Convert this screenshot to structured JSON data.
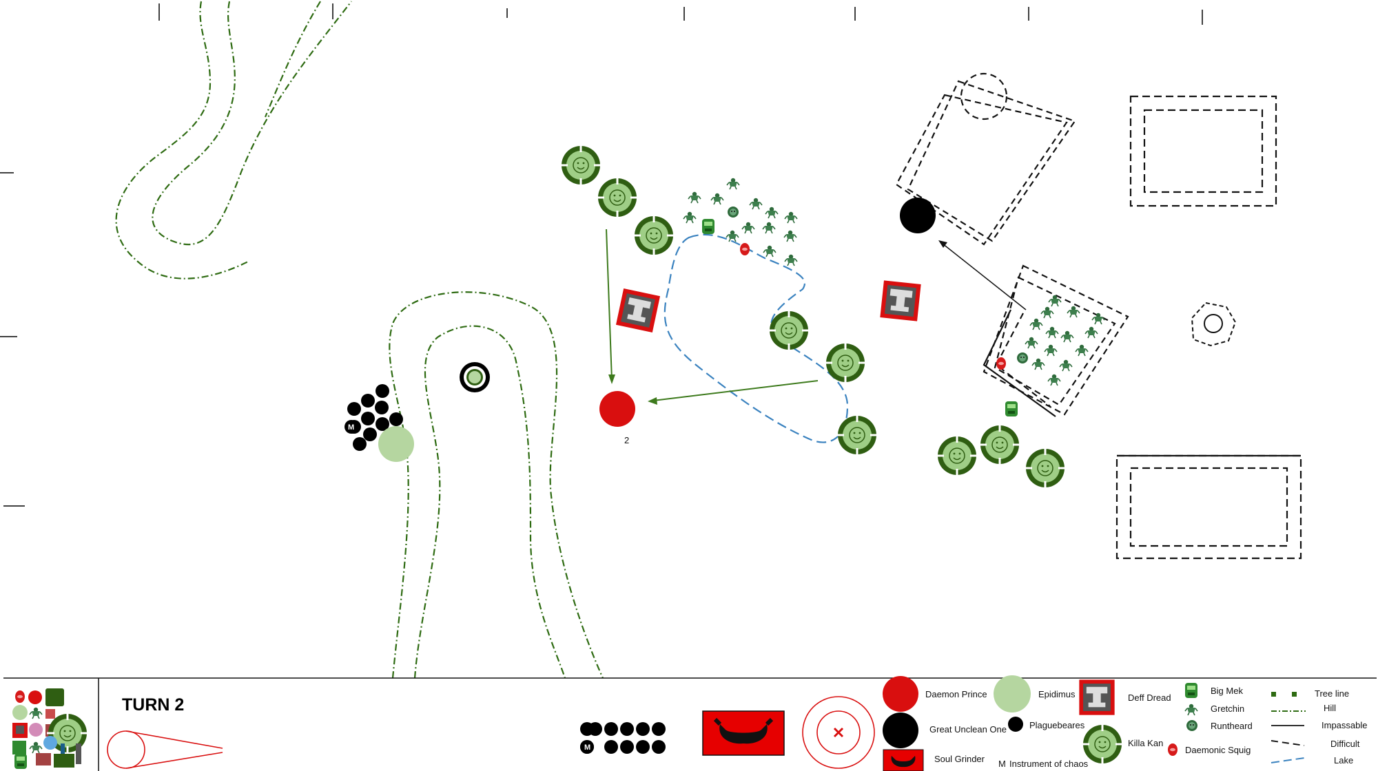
{
  "turn_label": "TURN 2",
  "marker_number": "2",
  "instrument_letter": "M",
  "colors": {
    "daemon_prince": "#d90f0f",
    "epidimus": "#b5d6a0",
    "killa_kan_inner": "#9fce86",
    "killa_kan_ring": "#2f5e12",
    "hill_line": "#2e6b12",
    "lake_line": "#3a82bf",
    "arrow_green": "#3d7a1c",
    "terrain_black": "#111111"
  },
  "legend": {
    "daemon_prince": "Daemon Prince",
    "epidimus": "Epidimus",
    "great_unclean_one": "Great Unclean One",
    "plaguebearers": "Plaguebeares",
    "soul_grinder": "Soul Grinder",
    "instrument": "Instrument of chaos",
    "deff_dread": "Deff Dread",
    "killa_kan": "Killa Kan",
    "big_mek": "Big Mek",
    "gretchin": "Gretchin",
    "runtheard": "Runtheard",
    "daemonic_squig": "Daemonic Squig",
    "tree_line": "Tree line",
    "hill": "Hill",
    "impassable": "Impassable",
    "difficult": "Difficult",
    "lake": "Lake"
  }
}
